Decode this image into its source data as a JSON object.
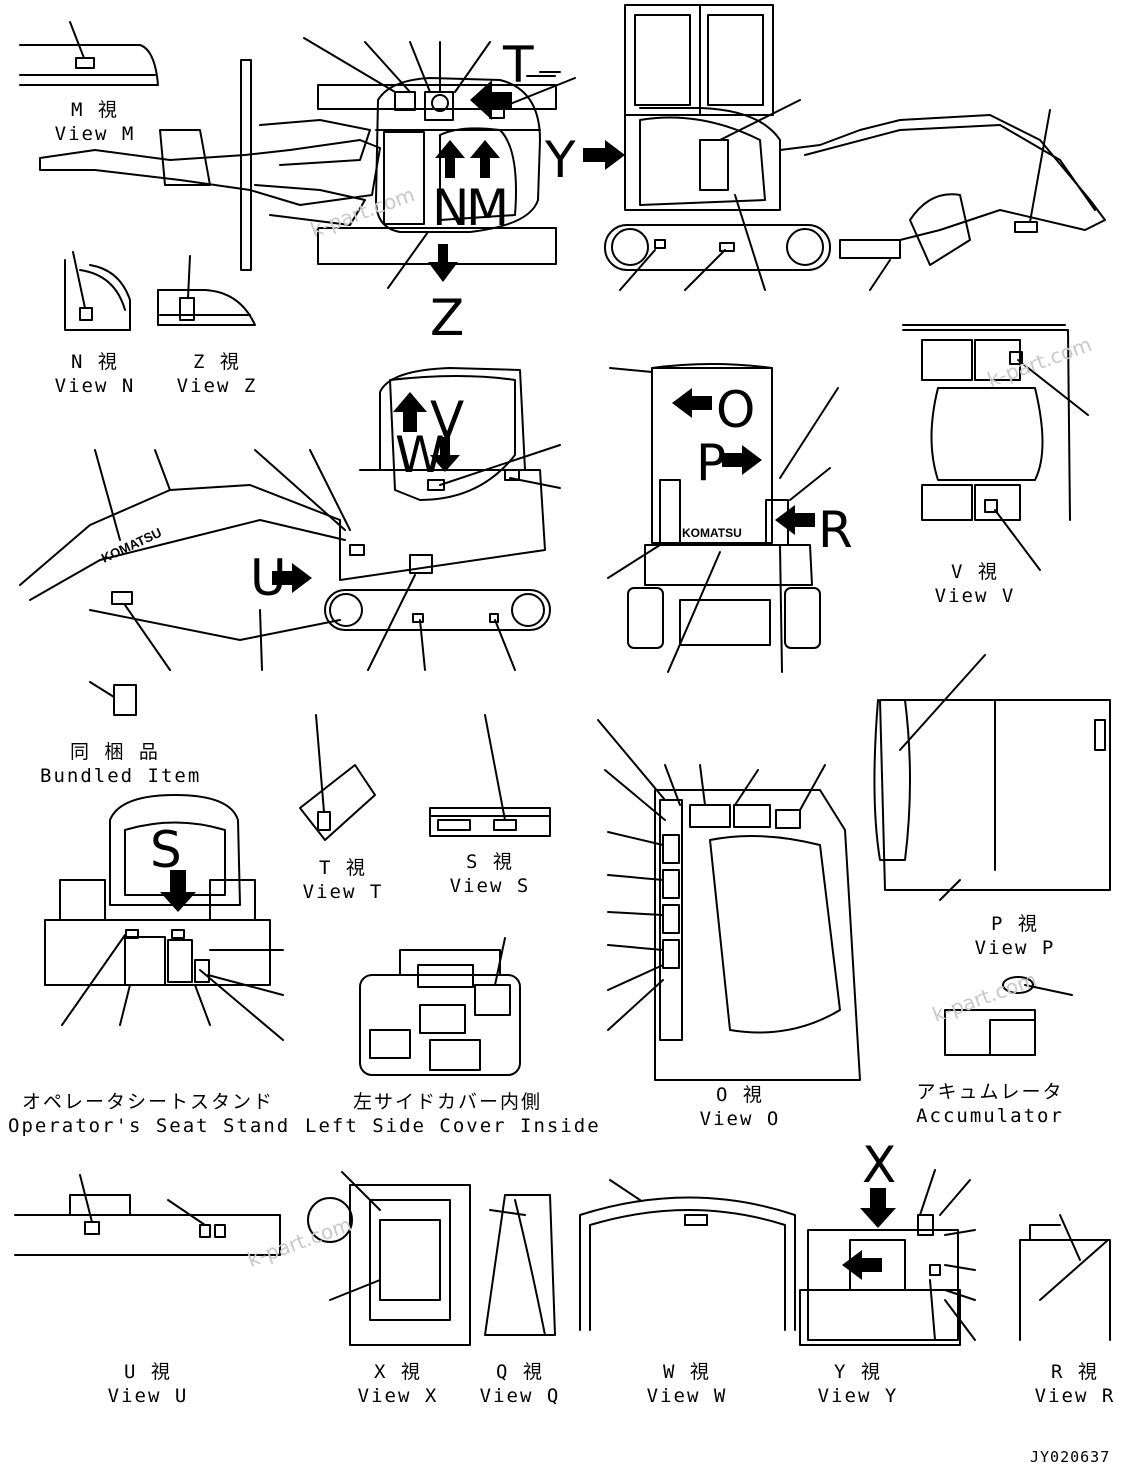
{
  "views": {
    "m": {
      "jp": "M 視",
      "en": "View M"
    },
    "n": {
      "jp": "N 視",
      "en": "View N"
    },
    "z": {
      "jp": "Z 視",
      "en": "View Z"
    },
    "v": {
      "jp": "V 視",
      "en": "View V"
    },
    "t": {
      "jp": "T 視",
      "en": "View T"
    },
    "s": {
      "jp": "S 視",
      "en": "View S"
    },
    "o": {
      "jp": "O 視",
      "en": "View O"
    },
    "p": {
      "jp": "P 視",
      "en": "View P"
    },
    "u": {
      "jp": "U 視",
      "en": "View U"
    },
    "x": {
      "jp": "X 視",
      "en": "View X"
    },
    "q": {
      "jp": "Q 視",
      "en": "View Q"
    },
    "w": {
      "jp": "W 視",
      "en": "View W"
    },
    "y": {
      "jp": "Y 視",
      "en": "View Y"
    },
    "r": {
      "jp": "R 視",
      "en": "View R"
    }
  },
  "captions": {
    "bundled_jp": "同 梱 品",
    "bundled_en": "Bundled Item",
    "seat_jp": "オペレータシートスタンド",
    "seat_en": "Operator's Seat Stand",
    "cover_jp": "左サイドカバー内側",
    "cover_en": "Left Side Cover Inside",
    "accum_jp": "アキュムレータ",
    "accum_en": "Accumulator"
  },
  "markers": {
    "t": "T",
    "y": "Y",
    "n": "N",
    "m": "M",
    "z": "Z",
    "v": "V",
    "w": "W",
    "u": "U",
    "o": "O",
    "p": "P",
    "r": "R",
    "s": "S",
    "x": "X"
  },
  "brand": "KOMATSU",
  "watermark": "k-part.com",
  "drawing_code": "JY020637"
}
